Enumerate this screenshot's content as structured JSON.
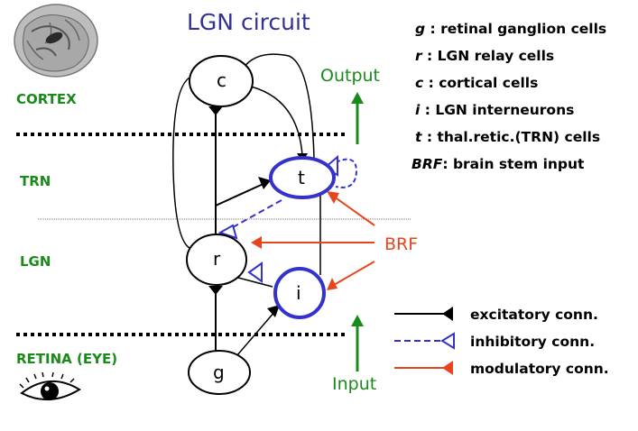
{
  "title": "LGN circuit",
  "layers": {
    "cortex": "CORTEX",
    "trn": "TRN",
    "lgn": "LGN",
    "retina": "RETINA (EYE)"
  },
  "nodes": {
    "c": "c",
    "t": "t",
    "r": "r",
    "i": "i",
    "g": "g"
  },
  "labels": {
    "output": "Output",
    "input": "Input",
    "brf": "BRF"
  },
  "key": [
    {
      "sym": "g",
      "desc": " : retinal ganglion cells"
    },
    {
      "sym": "r",
      "desc": " : LGN relay cells"
    },
    {
      "sym": "c",
      "desc": " : cortical cells"
    },
    {
      "sym": "i",
      "desc": " : LGN interneurons"
    },
    {
      "sym": "t",
      "desc": " : thal.retic.(TRN) cells"
    },
    {
      "sym": "BRF",
      "desc": ": brain stem input"
    }
  ],
  "connections": [
    {
      "label": "excitatory conn.",
      "color": "#000000"
    },
    {
      "label": "inhibitory conn.",
      "color": "#3333cc"
    },
    {
      "label": "modulatory conn.",
      "color": "#e8451e"
    }
  ],
  "colors": {
    "title": "#33338f",
    "layer": "#1a8a1a",
    "inhibitory": "#3333cc",
    "modulatory": "#e8451e"
  }
}
